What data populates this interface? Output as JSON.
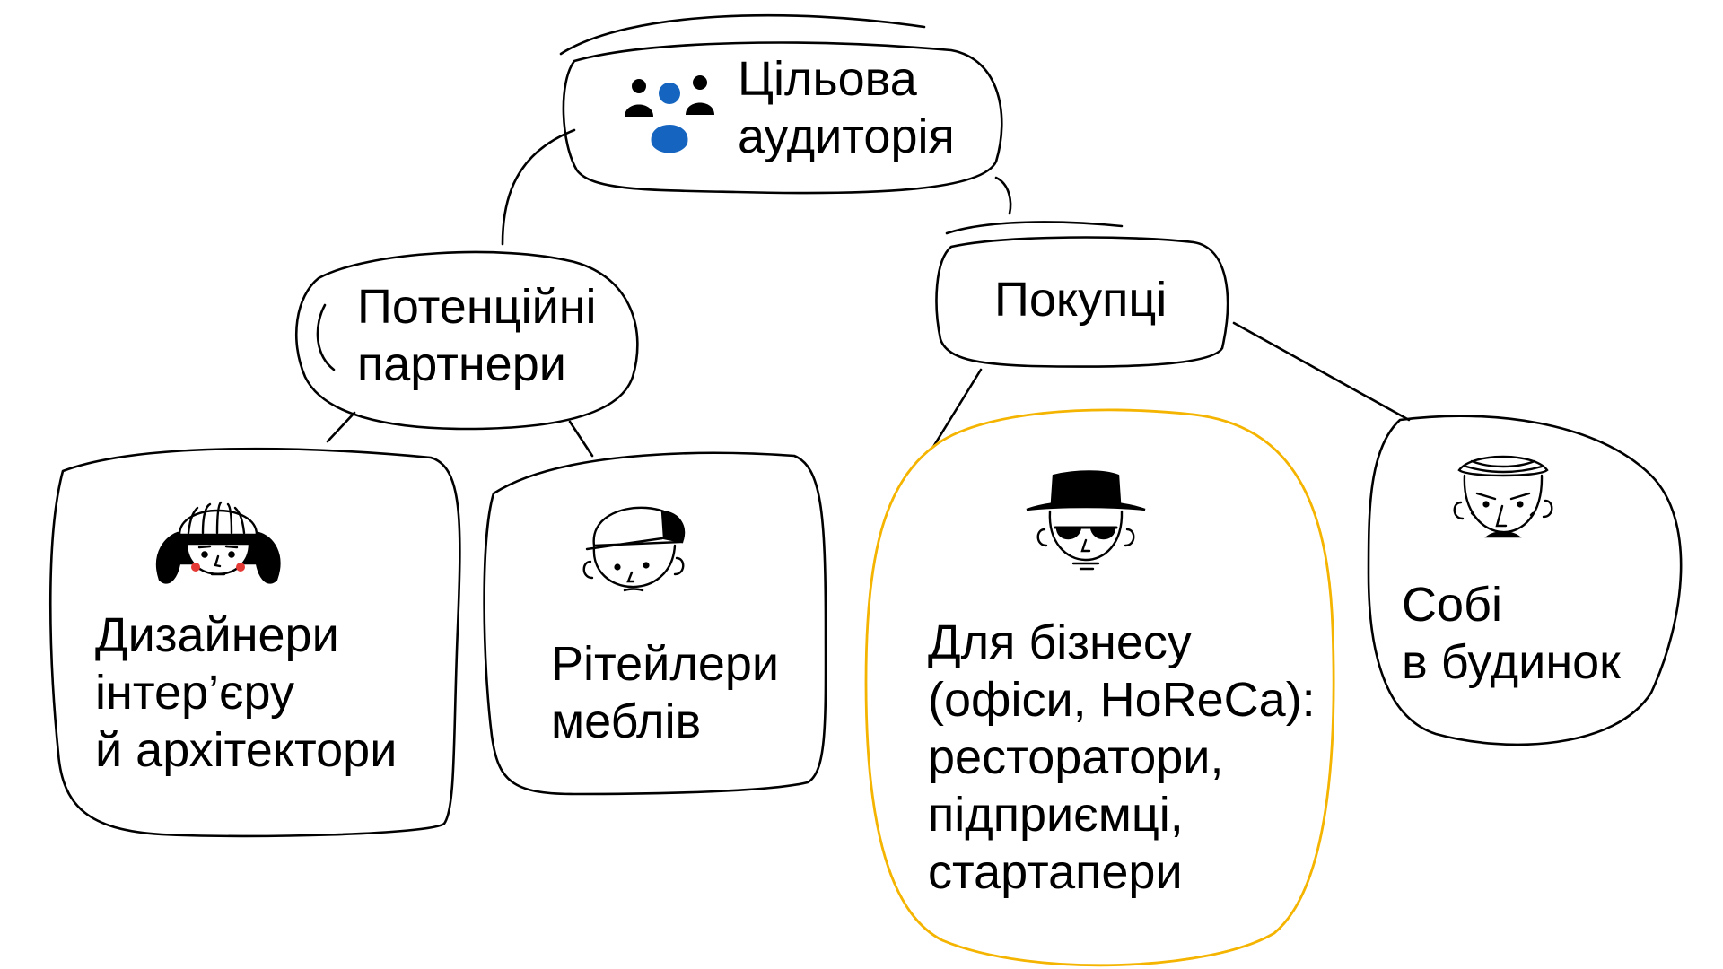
{
  "diagram": {
    "root": {
      "lines": [
        "Цільова",
        "аудиторія"
      ],
      "icon": "users-group-icon"
    },
    "partners": {
      "lines": [
        "Потенційні",
        "партнери"
      ],
      "children": [
        {
          "lines": [
            "Дизайнери",
            "інтер’єру",
            "й архітектори"
          ],
          "icon": "designer-face-icon"
        },
        {
          "lines": [
            "Рітейлери",
            "меблів"
          ],
          "icon": "retailer-face-icon"
        }
      ]
    },
    "buyers": {
      "lines": [
        "Покупці"
      ],
      "children": [
        {
          "lines": [
            "Для бізнесу",
            "(офіси, HoReCa):",
            "ресторатори,",
            "підприємці,",
            "стартапери"
          ],
          "icon": "businessman-face-icon"
        },
        {
          "lines": [
            "Собі",
            "в будинок"
          ],
          "icon": "homeowner-face-icon"
        }
      ]
    }
  },
  "colors": {
    "ink": "#000000",
    "accent_blue": "#1565c0",
    "highlight_yellow": "#f4b400",
    "blush_red": "#e53935"
  }
}
